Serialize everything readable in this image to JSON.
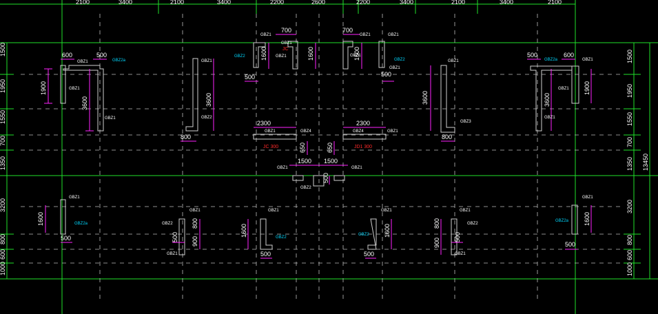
{
  "drawing": {
    "top_dims": [
      "2100",
      "3400",
      "2100",
      "3400",
      "2200",
      "2600",
      "2200",
      "3400",
      "2100",
      "3400",
      "2100"
    ],
    "left_dims": [
      "1500",
      "1950",
      "1550",
      "700",
      "1350",
      "3200",
      "800",
      "600",
      "1000"
    ],
    "right_dims": [
      "1500",
      "1950",
      "1550",
      "700",
      "1350",
      "3200",
      "800",
      "600",
      "1000"
    ],
    "right_total": "13450",
    "wall_labels": {
      "gbz1": "GBZ1",
      "gbz2": "GBZ2",
      "gbz4": "GBZ4",
      "gbz2a": "GBZ2a",
      "gbz3": "GBZ3"
    },
    "wall_dims": {
      "d600": "600",
      "d500": "500",
      "d1900": "1900",
      "d3600": "3600",
      "d700": "700",
      "d1600": "1600",
      "d800": "800",
      "d2300": "2300",
      "d650": "650",
      "d1500": "1500",
      "d900": "900"
    },
    "red_labels": {
      "jc": "JC",
      "jc300": "JC 300",
      "jd300": "JD1 300"
    },
    "colors": {
      "background": "#000000",
      "axis": "#1fe22a",
      "dimension": "#ff22ff",
      "wall": "#d0d0d0",
      "text": "#ffffff",
      "cyan": "#00d8ff",
      "red": "#ff2a2a"
    }
  }
}
